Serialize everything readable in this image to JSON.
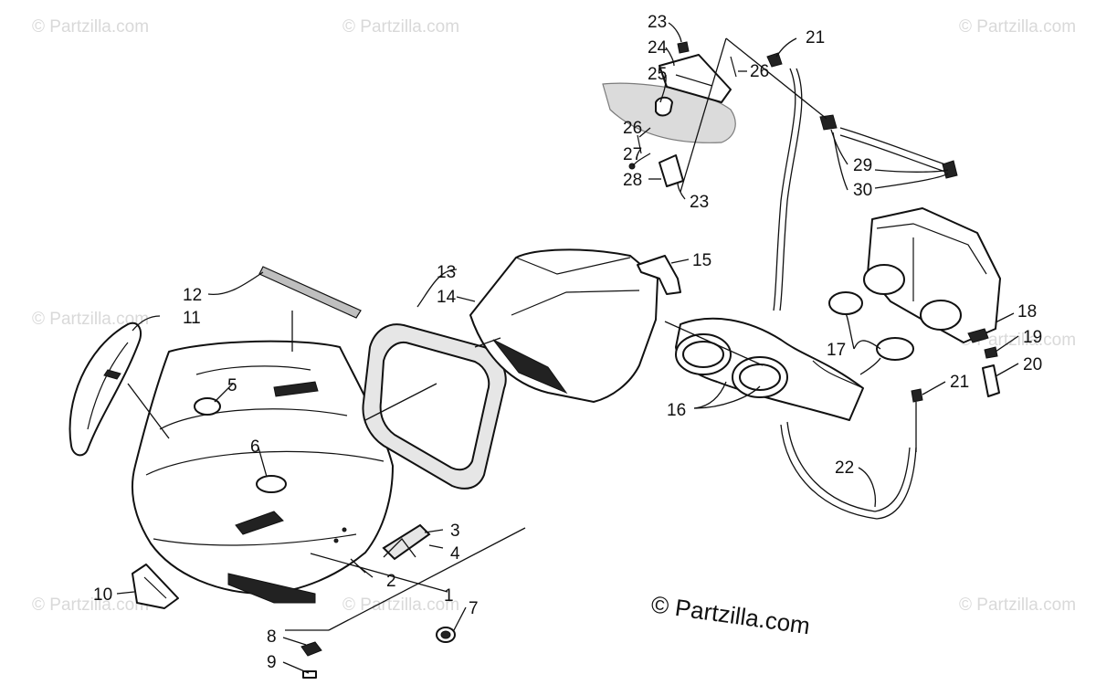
{
  "diagram": {
    "watermark_text": "© Partzilla.com",
    "copyright_text": "© Partzilla.com",
    "callouts": [
      "1",
      "2",
      "3",
      "4",
      "5",
      "6",
      "7",
      "8",
      "9",
      "10",
      "11",
      "12",
      "13",
      "14",
      "15",
      "16",
      "17",
      "18",
      "19",
      "20",
      "21",
      "21",
      "22",
      "23",
      "23",
      "24",
      "25",
      "26",
      "26",
      "27",
      "28",
      "29",
      "30"
    ]
  }
}
